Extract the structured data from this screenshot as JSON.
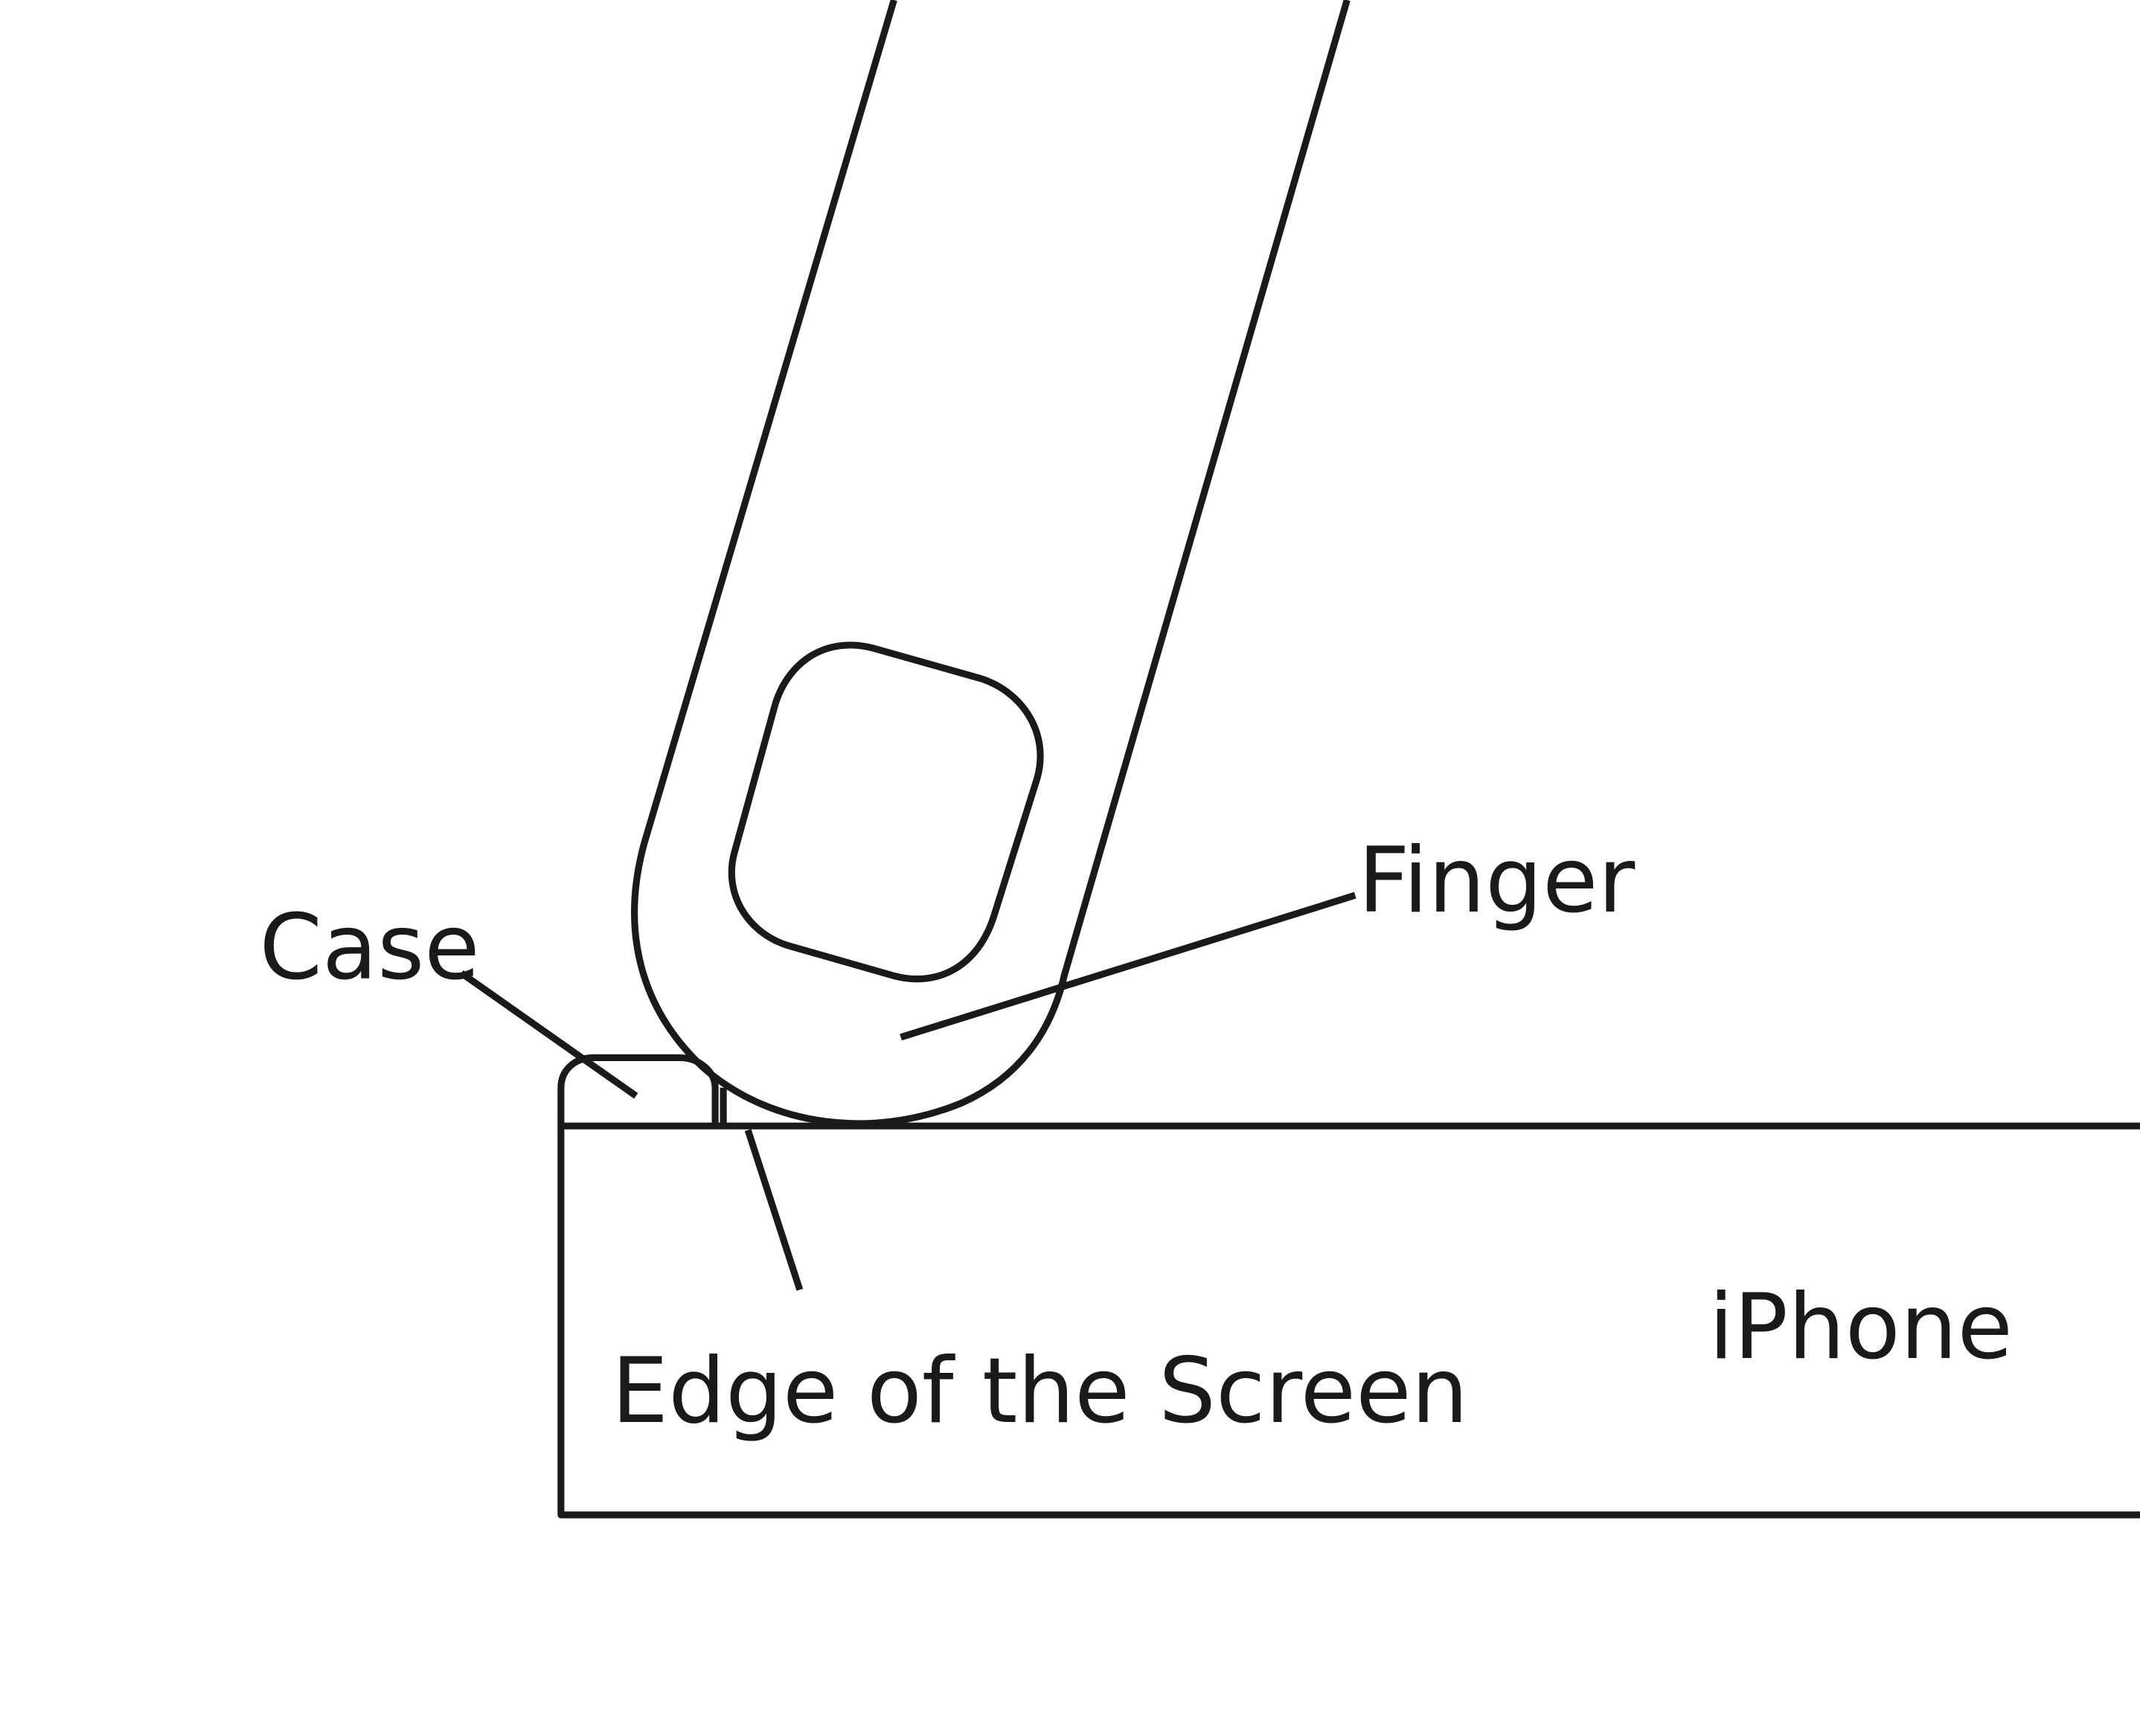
{
  "labels": {
    "finger": "Finger",
    "case": "Case",
    "edge": "Edge of the Screen",
    "iphone": "iPhone"
  },
  "colors": {
    "stroke": "#1a1a1a",
    "background": "#ffffff"
  }
}
